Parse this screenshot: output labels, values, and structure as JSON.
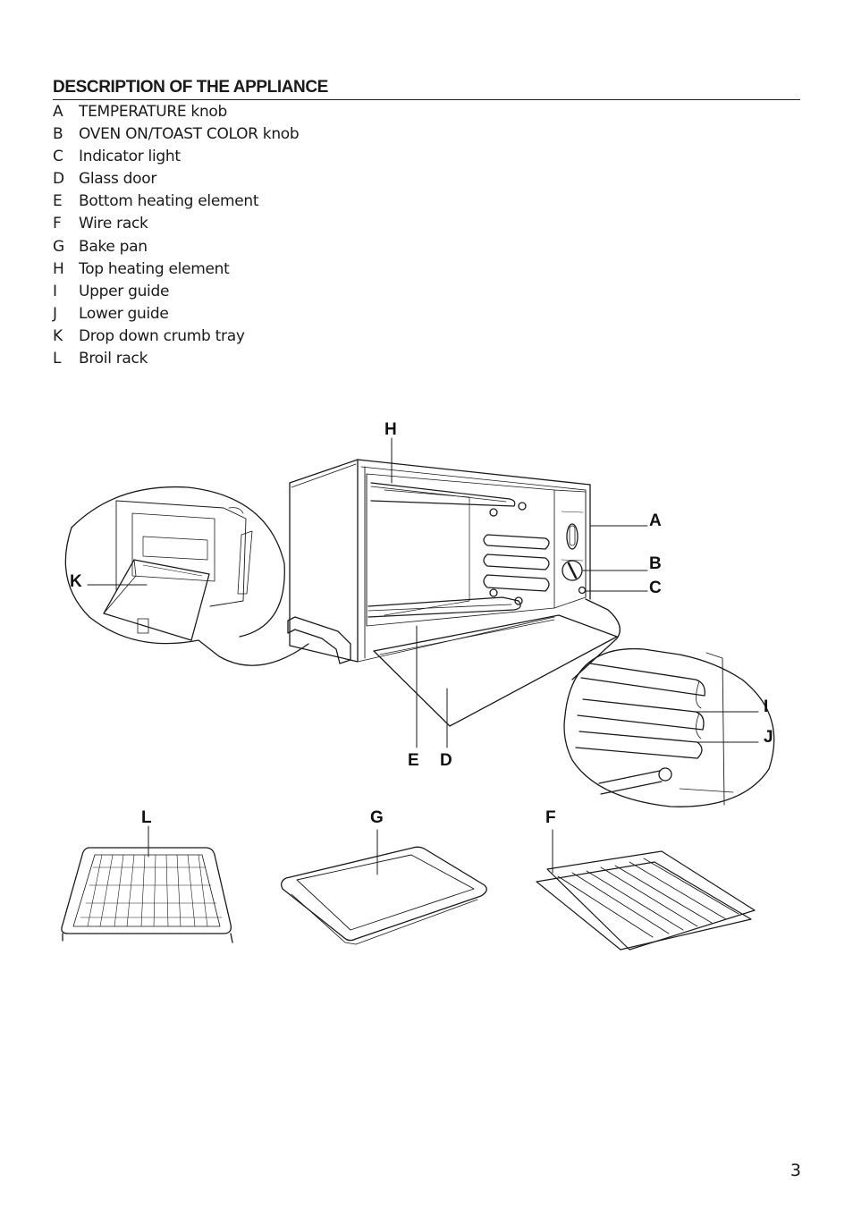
{
  "heading": "DESCRIPTION OF THE APPLIANCE",
  "parts": [
    {
      "letter": "A",
      "name": "TEMPERATURE knob"
    },
    {
      "letter": "B",
      "name": "OVEN ON/TOAST COLOR knob"
    },
    {
      "letter": "C",
      "name": "Indicator light"
    },
    {
      "letter": "D",
      "name": "Glass door"
    },
    {
      "letter": "E",
      "name": "Bottom heating element"
    },
    {
      "letter": "F",
      "name": "Wire rack"
    },
    {
      "letter": "G",
      "name": "Bake pan"
    },
    {
      "letter": "H",
      "name": "Top heating element"
    },
    {
      "letter": "I",
      "name": "Upper guide"
    },
    {
      "letter": "J",
      "name": "Lower guide"
    },
    {
      "letter": "K",
      "name": "Drop down crumb tray"
    },
    {
      "letter": "L",
      "name": "Broil rack"
    }
  ],
  "callouts": {
    "a": "A",
    "b": "B",
    "c": "C",
    "d": "D",
    "e": "E",
    "f": "F",
    "g": "G",
    "h": "H",
    "i": "I",
    "j": "J",
    "k": "K",
    "l": "L"
  },
  "page_number": "3"
}
